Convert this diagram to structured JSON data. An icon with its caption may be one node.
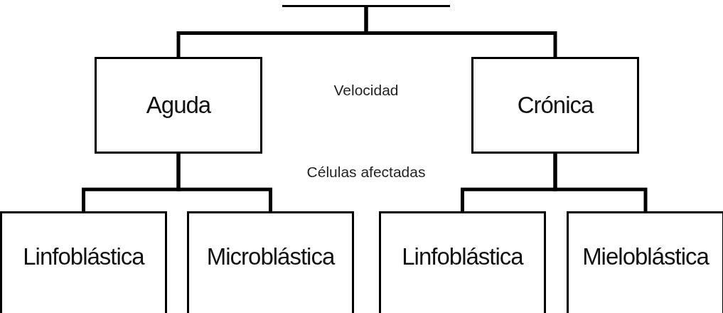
{
  "diagram": {
    "nodes": [
      {
        "text": [],
        "shape": "box"
      },
      {
        "text": [
          "Aguda"
        ]
      },
      {
        "text": [
          "Crónica"
        ]
      },
      {
        "text": [
          "Linfoblástica"
        ]
      },
      {
        "text": [
          "Microblástica"
        ]
      },
      {
        "text": [
          "Linfoblástica"
        ]
      },
      {
        "text": [
          "Mieloblástica"
        ]
      }
    ],
    "edges": [
      {
        "from": 0,
        "to": 1,
        "arrow": "none"
      },
      {
        "from": 0,
        "to": 2,
        "arrow": "none"
      },
      {
        "from": 1,
        "to": 3,
        "arrow": "none"
      },
      {
        "from": 1,
        "to": 4,
        "arrow": "none"
      },
      {
        "from": 2,
        "to": 5,
        "arrow": "none"
      },
      {
        "from": 2,
        "to": 6,
        "arrow": "none"
      }
    ],
    "labels": [
      "Velocidad",
      "Células afectadas"
    ]
  }
}
